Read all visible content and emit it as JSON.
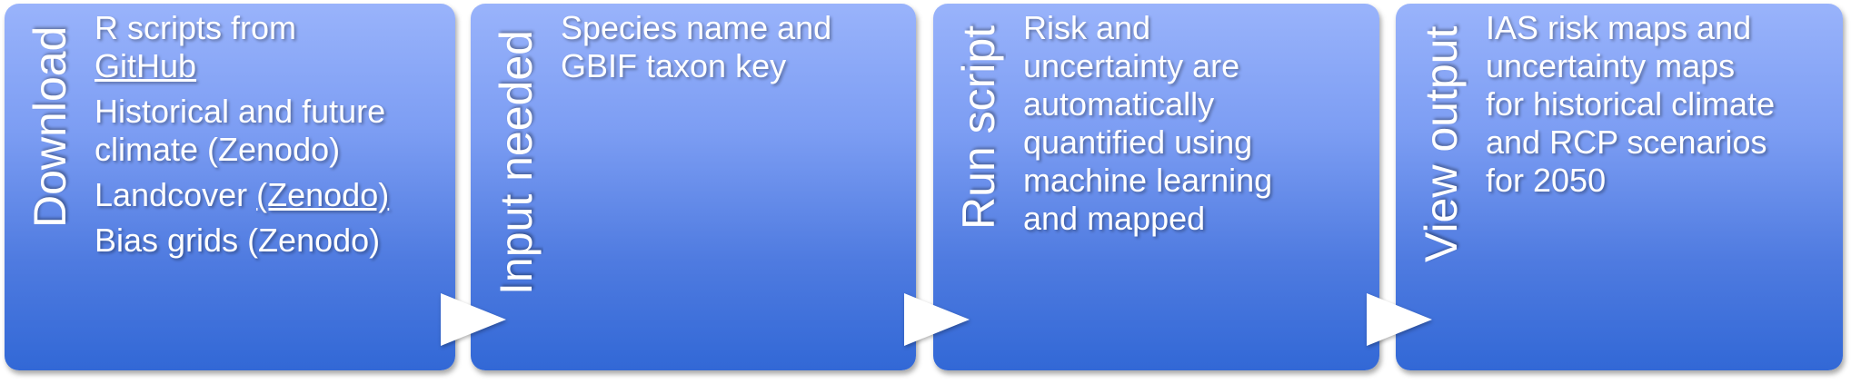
{
  "stages": [
    {
      "label": "Download",
      "items": [
        {
          "lines": [
            "R scripts from"
          ],
          "link": "GitHub"
        },
        {
          "lines": [
            "Historical and future",
            "climate (Zenodo)"
          ]
        },
        {
          "text": "Landcover ",
          "link": "(Zenodo)"
        },
        {
          "lines": [
            "Bias grids (Zenodo)"
          ]
        }
      ]
    },
    {
      "label": "Input needed",
      "lines": [
        "Species name and",
        "GBIF taxon key"
      ]
    },
    {
      "label": "Run script",
      "lines": [
        "Risk and",
        "uncertainty are",
        "automatically",
        "quantified using",
        "machine learning",
        "and mapped"
      ]
    },
    {
      "label": "View output",
      "lines": [
        "IAS risk maps and",
        "uncertainty maps",
        "for historical climate",
        "and RCP scenarios",
        "for 2050"
      ]
    }
  ],
  "colors": {
    "box_top": "#99b3fb",
    "box_bottom": "#3268d6",
    "text": "#ffffff"
  }
}
